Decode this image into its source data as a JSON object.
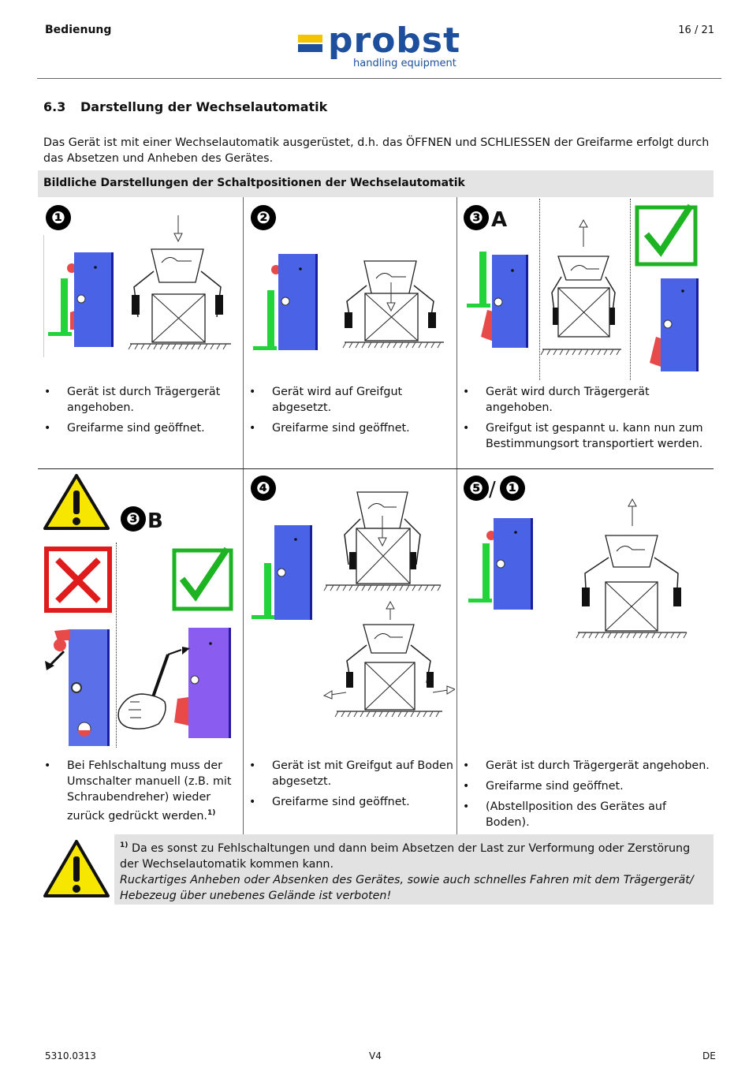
{
  "header": {
    "section": "Bedienung",
    "page": "16 / 21",
    "logo_word": "probst",
    "logo_sub": "handling equipment",
    "brand_blue": "#1d4f9c",
    "brand_yellow": "#f5c400"
  },
  "section": {
    "number": "6.3",
    "title": "Darstellung der Wechselautomatik",
    "intro": "Das Gerät ist mit einer Wechselautomatik ausgerüstet, d.h. das ÖFFNEN und SCHLIESSEN der Greifarme erfolgt durch das Absetzen und Anheben des Gerätes."
  },
  "table": {
    "heading": "Bildliche Darstellungen der Schaltpositionen der Wechselautomatik",
    "cells": [
      {
        "badge": "❶",
        "suffix": "",
        "bullets": [
          "Gerät ist durch Trägergerät angehoben.",
          "Greifarme sind geöffnet."
        ]
      },
      {
        "badge": "❷",
        "suffix": "",
        "bullets": [
          "Gerät wird auf Greifgut abgesetzt.",
          "Greifarme sind geöffnet."
        ]
      },
      {
        "badge": "❸",
        "suffix": "A",
        "bullets": [
          "Gerät wird durch Trägergerät angehoben.",
          "Greifgut ist gespannt u. kann nun zum Bestimmungsort transportiert werden."
        ]
      },
      {
        "badge": "❸",
        "suffix": "B",
        "bullets": [
          "Bei Fehlschaltung muss der Umschalter manuell (z.B. mit Schraubendreher) wieder zurück gedrückt werden."
        ],
        "footnote_mark": "1)"
      },
      {
        "badge": "❹",
        "suffix": "",
        "bullets": [
          "Gerät ist mit Greifgut auf Boden abgesetzt.",
          "Greifarme sind geöffnet."
        ]
      },
      {
        "badge": "❺",
        "suffix": "/",
        "badge2": "❶",
        "bullets": [
          "Gerät ist durch Trägergerät angehoben.",
          "Greifarme sind geöffnet.",
          "(Abstellposition des Gerätes auf Boden)."
        ]
      }
    ]
  },
  "note": {
    "mark": "1)",
    "text": "Da es sonst zu Fehlschaltungen und dann beim Absetzen der Last zur Verformung oder Zerstörung der Wechselautomatik kommen kann.",
    "italic": "Ruckartiges Anheben oder Absenken des Gerätes, sowie auch schnelles Fahren mit dem Trägergerät/ Hebezeug über unebenes Gelände ist verboten!"
  },
  "footer": {
    "doc_number": "5310.0313",
    "version": "V4",
    "language": "DE"
  },
  "colors": {
    "device_blue": "#4a63e6",
    "device_purple": "#8a5cf0",
    "switch_green": "#22d43a",
    "lever_red": "#e84a4a",
    "ok_green": "#1db322",
    "error_red": "#e01b1b",
    "warning_yellow": "#f7e600"
  }
}
